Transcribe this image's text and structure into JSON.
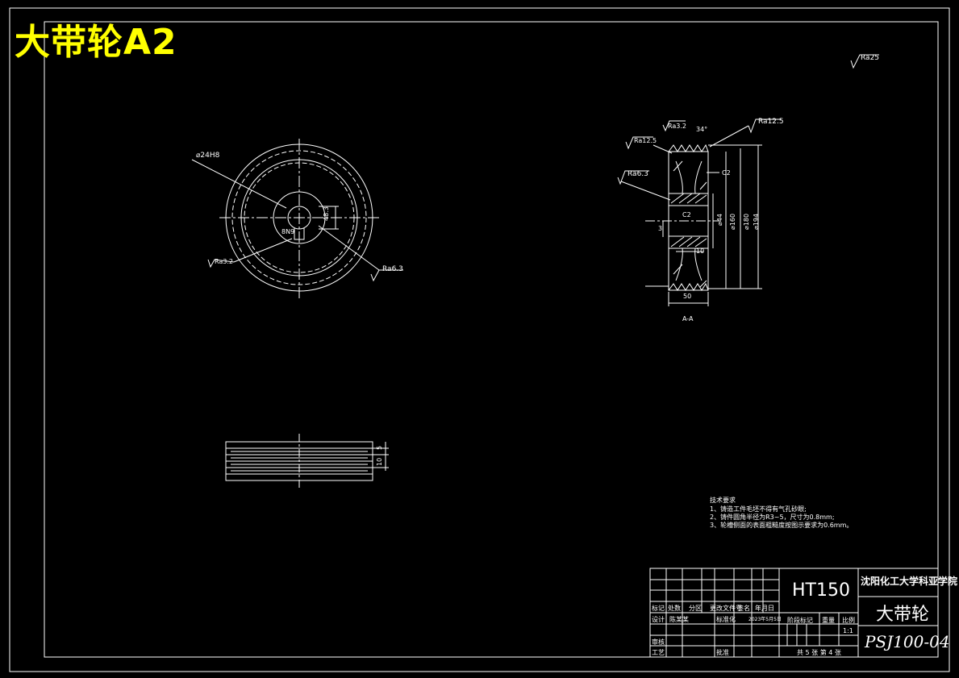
{
  "title": "大带轮A2",
  "roughness": {
    "general": "Ra25",
    "rim": "Ra12.5",
    "groove_top": "Ra3.2",
    "groove_left": "Ra12.5",
    "web": "Ra6.3",
    "bore_front": "Ra6.3",
    "keyway": "Ra3.2"
  },
  "front_view": {
    "bore_dia": "⌀24H8",
    "key_width": "8N9",
    "key_depth": "48.3"
  },
  "section_view": {
    "label": "A-A",
    "angle": "34°",
    "chamfer_inner": "C2",
    "chamfer_hub": "C2",
    "dims": {
      "hub_dia": "⌀44",
      "web_dia": "⌀160",
      "outer_dia": "⌀180",
      "pitch_dia": "⌀194",
      "width": "50",
      "web_thickness": "10",
      "small": "3"
    }
  },
  "groove_view": {
    "dim_a": "5",
    "dim_b": "10"
  },
  "tech_requirements": {
    "heading": "技术要求",
    "items": [
      "1、铸造工件毛坯不得有气孔砂眼;",
      "2、铸件圆角半径为R3~5，尺寸为0.8mm;",
      "3、轮槽侧面的表面粗糙度按图示要求为0.6mm。"
    ]
  },
  "title_block": {
    "material": "HT150",
    "school": "沈阳化工大学科亚学院",
    "part_name": "大带轮",
    "drawing_no": "PSJ100-04",
    "headers": [
      "标记",
      "处数",
      "分区",
      "更改文件号",
      "签名",
      "年月日"
    ],
    "row_design": [
      "设计",
      "陈某某",
      "标准化",
      "2023年5月5日"
    ],
    "row_check": "审核",
    "row_process": "工艺",
    "row_approve": "批准",
    "stage_label": "阶段标记",
    "weight_label": "重量",
    "scale_label": "比例",
    "scale_value": "1:1",
    "sheet_info": "共 5 张  第 4 张"
  }
}
